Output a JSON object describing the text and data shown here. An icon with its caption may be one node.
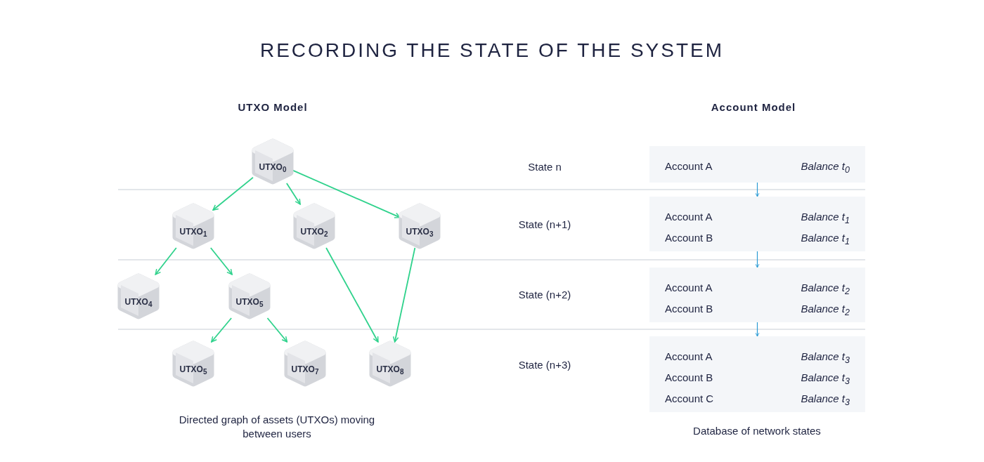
{
  "diagram": {
    "title": "RECORDING THE STATE OF THE SYSTEM",
    "nodes": [
      {
        "text": [
          "UTXO$_{0}$"
        ]
      },
      {
        "text": [
          "UTXO$_{1}$"
        ]
      },
      {
        "text": [
          "UTXO$_{2}$"
        ]
      },
      {
        "text": [
          "UTXO$_{3}$"
        ]
      },
      {
        "text": [
          "UTXO$_{4}$"
        ]
      },
      {
        "text": [
          "UTXO$_{5}$"
        ]
      },
      {
        "text": [
          "UTXO$_{5}$"
        ]
      },
      {
        "text": [
          "UTXO$_{7}$"
        ]
      },
      {
        "text": [
          "UTXO$_{8}$"
        ]
      },
      {
        "text": [
          "Account A",
          "Balance t$_{0}$"
        ]
      },
      {
        "text": [
          "Account A",
          "Balance t$_{1}$",
          "Account B",
          "Balance t$_{1}$"
        ]
      },
      {
        "text": [
          "Account A",
          "Balance t$_{2}$",
          "Account B",
          "Balance t$_{2}$"
        ]
      },
      {
        "text": [
          "Account A",
          "Balance t$_{3}$",
          "Account B",
          "Balance t$_{3}$",
          "Account C",
          "Balance t$_{3}$"
        ]
      }
    ],
    "edges": [
      {
        "from": 0,
        "to": 1,
        "arrow": "to"
      },
      {
        "from": 0,
        "to": 2,
        "arrow": "to"
      },
      {
        "from": 0,
        "to": 3,
        "arrow": "to"
      },
      {
        "from": 1,
        "to": 4,
        "arrow": "to"
      },
      {
        "from": 1,
        "to": 5,
        "arrow": "to"
      },
      {
        "from": 2,
        "to": 8,
        "arrow": "to"
      },
      {
        "from": 3,
        "to": 8,
        "arrow": "to"
      },
      {
        "from": 5,
        "to": 6,
        "arrow": "to"
      },
      {
        "from": 5,
        "to": 7,
        "arrow": "to"
      },
      {
        "from": 9,
        "to": 10,
        "arrow": "to",
        "color": "#2a9bd4"
      },
      {
        "from": 10,
        "to": 11,
        "arrow": "to",
        "color": "#2a9bd4"
      },
      {
        "from": 11,
        "to": 12,
        "arrow": "to",
        "color": "#2a9bd4"
      }
    ],
    "labels": [
      "UTXO Model",
      "Account Model",
      "State n",
      "State (n+1)",
      "State (n+2)",
      "State (n+3)",
      "Directed graph of assets (UTXOs) moving between users",
      "Database of network states"
    ]
  }
}
